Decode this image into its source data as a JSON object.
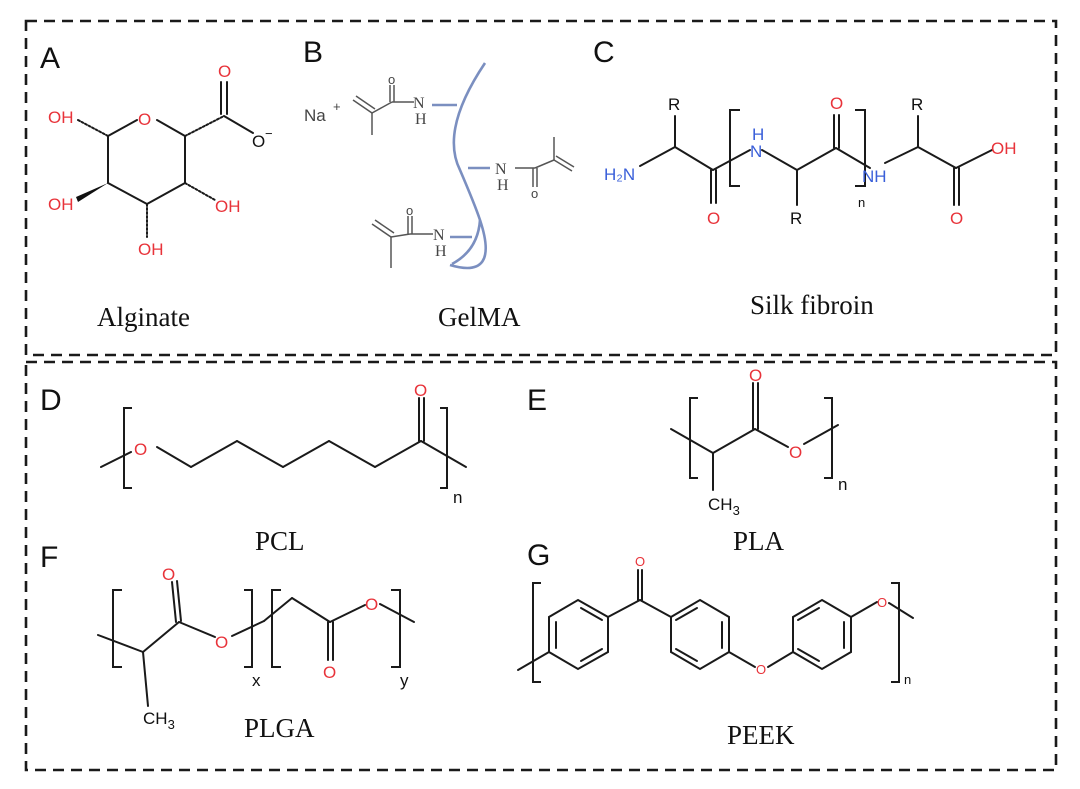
{
  "colors": {
    "oxygen": "#e8333a",
    "nitrogen": "#3a5fd9",
    "backbone": "#7b8fc0",
    "bond": "#1a1a1a"
  },
  "panels": {
    "A": {
      "letter": "A",
      "caption": "Alginate",
      "atoms": {
        "ring_o": "O",
        "carbonyl_o": "O",
        "carboxylate_o": "O",
        "charge": "−",
        "oh1": "OH",
        "oh2": "OH",
        "oh3": "OH",
        "oh4": "OH"
      }
    },
    "B": {
      "letter": "B",
      "caption": "GelMA",
      "atoms": {
        "counterion": "Na",
        "counterion_charge": "+",
        "n": "N",
        "h": "H",
        "o": "o"
      }
    },
    "C": {
      "letter": "C",
      "caption": "Silk fibroin",
      "atoms": {
        "amine": "H₂N",
        "r": "R",
        "nh_top_h": "H",
        "nh_top_n": "N",
        "o": "O",
        "nh": "NH",
        "oh": "OH",
        "repeat": "n"
      }
    },
    "D": {
      "letter": "D",
      "caption": "PCL",
      "atoms": {
        "o": "O",
        "repeat": "n"
      }
    },
    "E": {
      "letter": "E",
      "caption": "PLA",
      "atoms": {
        "o": "O",
        "ch3": "CH",
        "ch3_sub": "3",
        "repeat": "n"
      }
    },
    "F": {
      "letter": "F",
      "caption": "PLGA",
      "atoms": {
        "o": "O",
        "ch3": "CH",
        "ch3_sub": "3",
        "repeat_x": "x",
        "repeat_y": "y"
      }
    },
    "G": {
      "letter": "G",
      "caption": "PEEK",
      "atoms": {
        "o": "O",
        "repeat": "n"
      }
    }
  }
}
